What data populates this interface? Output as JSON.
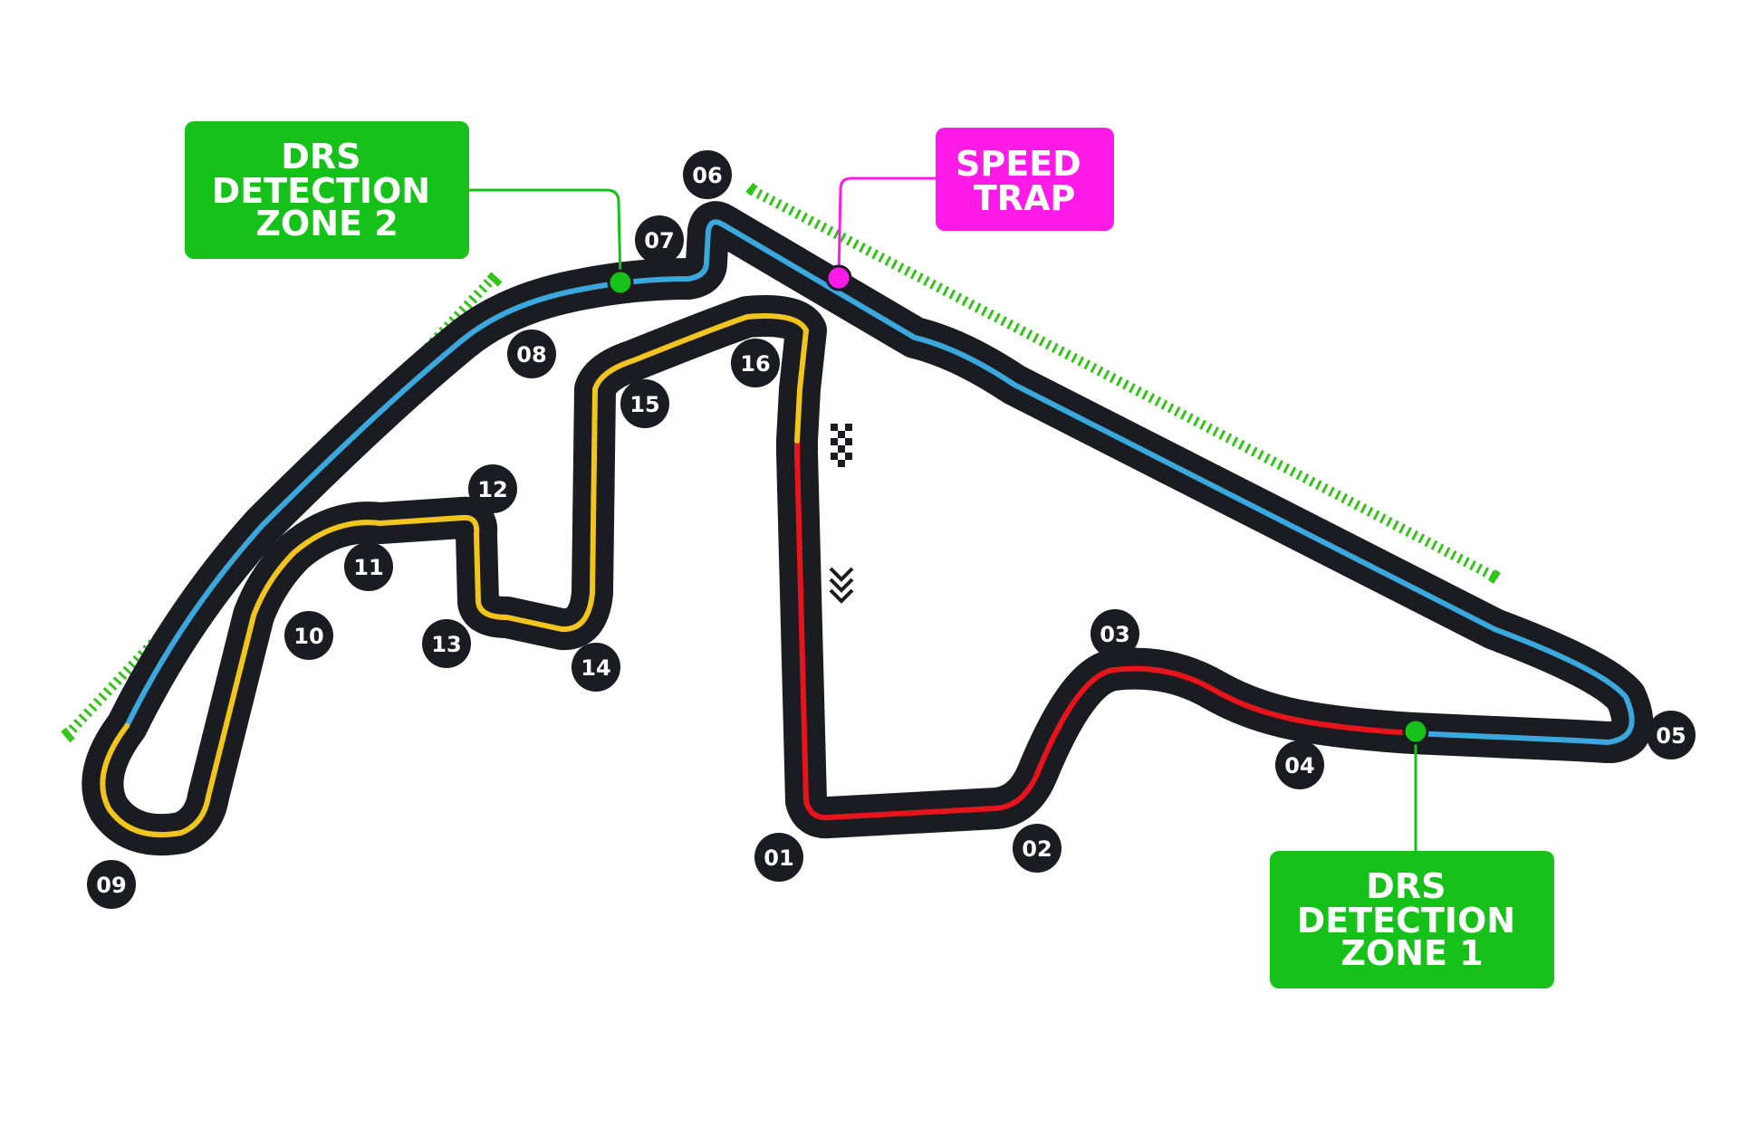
{
  "colors": {
    "background": "#ffffff",
    "track": "#1b1b22",
    "sector1": "#e8141c",
    "sector2": "#3aa8dc",
    "sector3": "#f2c51c",
    "drs_zone": "#32c418",
    "drs_detection": "#16c21a",
    "speed_trap": "#ff1ae8",
    "callout_text": "#ffffff"
  },
  "turns": [
    "01",
    "02",
    "03",
    "04",
    "05",
    "06",
    "07",
    "08",
    "09",
    "10",
    "11",
    "12",
    "13",
    "14",
    "15",
    "16"
  ],
  "callouts": {
    "drs_detection_zone_2": {
      "lines": [
        "DRS",
        "DETECTION",
        "ZONE 2"
      ]
    },
    "speed_trap": {
      "lines": [
        "SPEED",
        "TRAP"
      ]
    },
    "drs_detection_zone_1": {
      "lines": [
        "DRS",
        "DETECTION",
        "ZONE 1"
      ]
    }
  },
  "icons": {
    "start_finish": "chequered-flag-icon",
    "direction": "double-chevron-down-icon"
  }
}
